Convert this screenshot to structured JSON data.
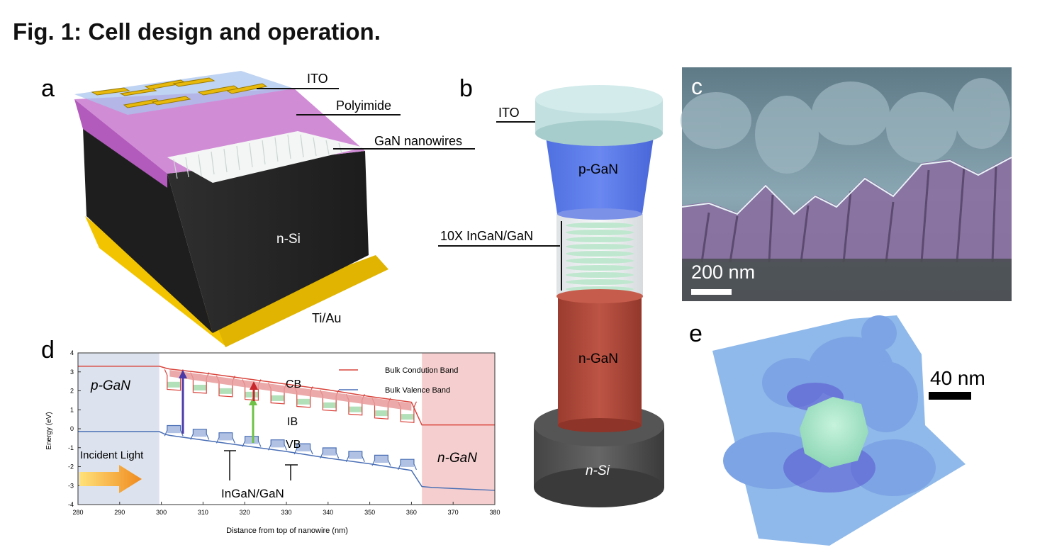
{
  "figure": {
    "title": "Fig. 1: Cell design and operation."
  },
  "panel_a": {
    "letter": "a",
    "labels": {
      "ito": "ITO",
      "polyimide": "Polyimide",
      "gan_nanowires": "GaN nanowires",
      "nsi": "n-Si",
      "tiau": "Ti/Au"
    }
  },
  "panel_b": {
    "letter": "b",
    "labels": {
      "ito": "ITO",
      "pgan": "p-GaN",
      "ingan": "10X InGaN/GaN",
      "ngan": "n-GaN",
      "nsi": "n-Si"
    }
  },
  "panel_c": {
    "letter": "c",
    "scale": "200 nm"
  },
  "panel_d": {
    "letter": "d",
    "region_left": "p-GaN",
    "region_right": "n-GaN",
    "incident": "Incident Light",
    "cb": "CB",
    "ib": "IB",
    "vb": "VB",
    "well_label": "InGaN/GaN"
  },
  "panel_e": {
    "letter": "e",
    "scale": "40 nm"
  },
  "colors": {
    "cb": "#d9453d",
    "vb": "#4a6fb5",
    "pgan_bg": "#dde3ee",
    "ngan_bg": "#f5cfcf",
    "band_highlight": "#e79a9a",
    "ib": "#9fd8a8"
  },
  "chart_data": {
    "type": "line",
    "title": "",
    "xlabel": "Distance from top of nanowire (nm)",
    "ylabel": "Energy (eV)",
    "xlim": [
      280,
      380
    ],
    "ylim": [
      -4,
      4
    ],
    "x_ticks": [
      280,
      290,
      300,
      310,
      320,
      330,
      340,
      350,
      360,
      370,
      380
    ],
    "y_ticks": [
      -4,
      -3,
      -2,
      -1,
      0,
      1,
      2,
      3,
      4
    ],
    "legend": "top-right",
    "series": [
      {
        "name": "Bulk Condution Band",
        "color": "#d9453d",
        "x": [
          280,
          299.5,
          301,
          302,
          310,
          320,
          330,
          340,
          350,
          360,
          362.5,
          365,
          380
        ],
        "y": [
          3.3,
          3.3,
          3.2,
          3.15,
          2.95,
          2.65,
          2.35,
          2.05,
          1.7,
          1.4,
          0.2,
          0.2,
          0.2
        ]
      },
      {
        "name": "Bulk Valence Band",
        "color": "#4a6fb5",
        "x": [
          280,
          299.5,
          301,
          302,
          310,
          320,
          330,
          340,
          350,
          360,
          362.5,
          365,
          380
        ],
        "y": [
          -0.15,
          -0.15,
          -0.3,
          -0.35,
          -0.6,
          -0.9,
          -1.2,
          -1.55,
          -1.85,
          -2.2,
          -3.05,
          -3.1,
          -3.25
        ]
      }
    ],
    "wells": {
      "count": 10,
      "x_start": 303,
      "x_end": 359
    }
  }
}
